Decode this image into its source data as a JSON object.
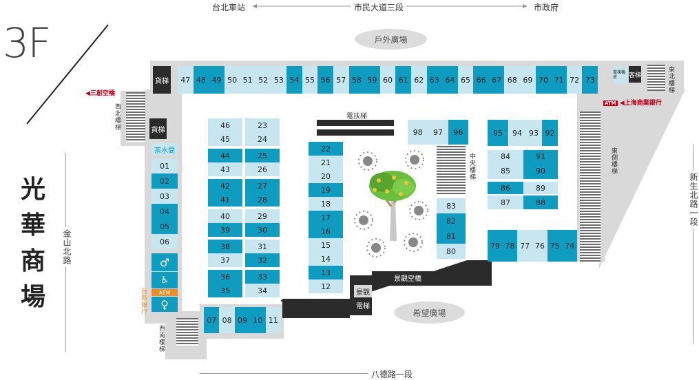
{
  "floor": "3F",
  "mall_name_chars": [
    "光",
    "華",
    "商",
    "場"
  ],
  "streets": {
    "top_left": "台北車站",
    "top_center": "市民大道三段",
    "top_right": "市政府",
    "left": "金山北路",
    "right": "新生北路一段",
    "bottom": "八德路一段"
  },
  "plazas": {
    "top": "戶外廣場",
    "bottom": "希望廣場"
  },
  "bridges": {
    "left": "三創空橋",
    "right": "上海商業銀行",
    "bottom": "景觀空橋"
  },
  "stairs": {
    "west_north": "西北樓梯",
    "west_south": "西南樓梯",
    "east": "東側樓梯",
    "east_north": "東北樓梯",
    "center": "中央樓梯"
  },
  "facilities": {
    "freight1": "貨梯",
    "freight2": "貨梯",
    "escalator": "電扶梯",
    "tea": "茶水間",
    "atm": "ATM",
    "atm_bank": "台新銀行",
    "atm_right": "ATM",
    "passenger": "客梯",
    "disabled_lift": "電梯",
    "scenic": "景觀",
    "elevator": "電梯"
  },
  "shops": {
    "top_row": [
      {
        "n": "47",
        "c": "lt"
      },
      {
        "n": "48",
        "c": "dk"
      },
      {
        "n": "49",
        "c": "dk"
      },
      {
        "n": "50",
        "c": "lt"
      },
      {
        "n": "51",
        "c": "lt"
      },
      {
        "n": "52",
        "c": "lt"
      },
      {
        "n": "53",
        "c": "lt"
      },
      {
        "n": "54",
        "c": "dk"
      },
      {
        "n": "55",
        "c": "lt"
      },
      {
        "n": "56",
        "c": "dk"
      },
      {
        "n": "57",
        "c": "lt"
      },
      {
        "n": "58",
        "c": "dk"
      },
      {
        "n": "59",
        "c": "dk"
      },
      {
        "n": "60",
        "c": "lt"
      },
      {
        "n": "61",
        "c": "dk"
      },
      {
        "n": "62",
        "c": "lt"
      },
      {
        "n": "63",
        "c": "dk"
      },
      {
        "n": "64",
        "c": "dk"
      },
      {
        "n": "65",
        "c": "lt"
      },
      {
        "n": "66",
        "c": "dk"
      },
      {
        "n": "67",
        "c": "dk"
      },
      {
        "n": "68",
        "c": "lt"
      },
      {
        "n": "69",
        "c": "lt"
      },
      {
        "n": "70",
        "c": "dk"
      },
      {
        "n": "71",
        "c": "dk"
      },
      {
        "n": "72",
        "c": "lt"
      },
      {
        "n": "73",
        "c": "dk"
      }
    ],
    "left_col": [
      {
        "n": "01",
        "c": "lt"
      },
      {
        "n": "02",
        "c": "dk"
      },
      {
        "n": "03",
        "c": "lt"
      },
      {
        "n": "04",
        "c": "dk"
      },
      {
        "n": "05",
        "c": "dk"
      },
      {
        "n": "06",
        "c": "lt"
      }
    ],
    "col_a": [
      {
        "n": "46",
        "c": "lt"
      },
      {
        "n": "45",
        "c": "lt"
      },
      {
        "n": "44",
        "c": "dk"
      },
      {
        "n": "43",
        "c": "lt"
      },
      {
        "n": "42",
        "c": "dk"
      },
      {
        "n": "41",
        "c": "dk"
      },
      {
        "n": "40",
        "c": "lt"
      },
      {
        "n": "39",
        "c": "dk"
      },
      {
        "n": "38",
        "c": "dk"
      },
      {
        "n": "37",
        "c": "lt"
      },
      {
        "n": "36",
        "c": "dk"
      },
      {
        "n": "35",
        "c": "dk"
      }
    ],
    "col_b": [
      {
        "n": "23",
        "c": "lt"
      },
      {
        "n": "24",
        "c": "lt"
      },
      {
        "n": "25",
        "c": "dk"
      },
      {
        "n": "26",
        "c": "lt"
      },
      {
        "n": "27",
        "c": "dk"
      },
      {
        "n": "28",
        "c": "dk"
      },
      {
        "n": "29",
        "c": "lt"
      },
      {
        "n": "30",
        "c": "dk"
      },
      {
        "n": "31",
        "c": "lt"
      },
      {
        "n": "32",
        "c": "dk"
      },
      {
        "n": "33",
        "c": "dk"
      },
      {
        "n": "34",
        "c": "lt"
      }
    ],
    "col_c": [
      {
        "n": "22",
        "c": "dk"
      },
      {
        "n": "21",
        "c": "lt"
      },
      {
        "n": "20",
        "c": "lt"
      },
      {
        "n": "19",
        "c": "dk"
      },
      {
        "n": "18",
        "c": "lt"
      },
      {
        "n": "17",
        "c": "dk"
      },
      {
        "n": "16",
        "c": "dk"
      },
      {
        "n": "15",
        "c": "lt"
      },
      {
        "n": "14",
        "c": "lt"
      },
      {
        "n": "13",
        "c": "dk"
      },
      {
        "n": "12",
        "c": "lt"
      }
    ],
    "bottom_row": [
      {
        "n": "07",
        "c": "dk"
      },
      {
        "n": "08",
        "c": "lt"
      },
      {
        "n": "09",
        "c": "dk"
      },
      {
        "n": "10",
        "c": "dk"
      },
      {
        "n": "11",
        "c": "lt"
      }
    ],
    "mid_top": [
      {
        "n": "98",
        "c": "lt"
      },
      {
        "n": "97",
        "c": "lt"
      },
      {
        "n": "96",
        "c": "dk"
      }
    ],
    "mid_col": [
      {
        "n": "83",
        "c": "lt"
      },
      {
        "n": "82",
        "c": "dk"
      },
      {
        "n": "81",
        "c": "dk"
      },
      {
        "n": "80",
        "c": "lt"
      }
    ],
    "right_block": [
      {
        "n": "95",
        "c": "dk"
      },
      {
        "n": "94",
        "c": "lt"
      },
      {
        "n": "93",
        "c": "lt"
      },
      {
        "n": "92",
        "c": "dk"
      },
      {
        "n": "84",
        "c": "lt"
      },
      {
        "n": "85",
        "c": "lt"
      },
      {
        "n": "91",
        "c": "dk"
      },
      {
        "n": "90",
        "c": "dk"
      },
      {
        "n": "86",
        "c": "dk"
      },
      {
        "n": "89",
        "c": "lt"
      },
      {
        "n": "87",
        "c": "lt"
      },
      {
        "n": "88",
        "c": "dk"
      }
    ],
    "right_bottom": [
      {
        "n": "79",
        "c": "dk"
      },
      {
        "n": "78",
        "c": "dk"
      },
      {
        "n": "77",
        "c": "lt"
      },
      {
        "n": "76",
        "c": "lt"
      },
      {
        "n": "75",
        "c": "dk"
      },
      {
        "n": "74",
        "c": "dk"
      }
    ]
  },
  "colors": {
    "light": "#c8e6f0",
    "dark": "#0e9cc0",
    "walkway": "#d9d9d9",
    "black": "#2b2b2b",
    "bridge_red": "#c0001a",
    "atm_orange": "#f08a24"
  }
}
